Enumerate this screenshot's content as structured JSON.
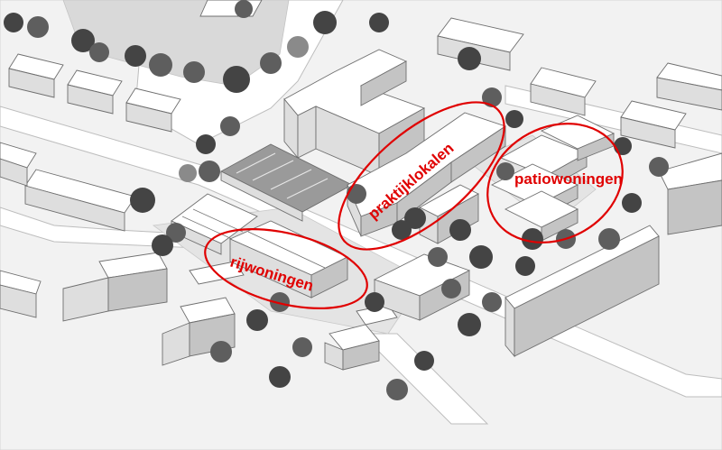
{
  "annotations": {
    "praktijklokalen": "praktijklokalen",
    "patiowoningen": "patiowoningen",
    "rijwoningen": "rijwoningen"
  },
  "colors": {
    "annotation": "#e00000",
    "tree_dark": "#444444",
    "tree_mid": "#5e5e5e",
    "tree_light": "#8a8a8a",
    "ground": "#f2f2f2"
  }
}
